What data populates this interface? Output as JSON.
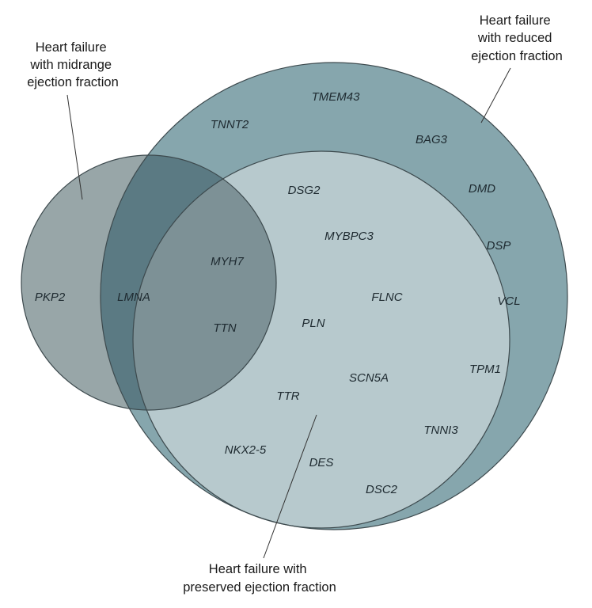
{
  "colors": {
    "hfref": "#86a6ad",
    "hfpef": "#b7c9cd",
    "hfmref": "#98a6a8",
    "hfmref_hfref": "#5b7a83",
    "all_three": "#7d9196",
    "outline": "#3d4a4e"
  },
  "labels": {
    "hfref": [
      "Heart failure",
      "with reduced",
      "ejection fraction"
    ],
    "hfmref": [
      "Heart failure",
      "with midrange",
      "ejection fraction"
    ],
    "hfpef": [
      "Heart failure with",
      "preserved ejection fraction"
    ]
  },
  "genes": {
    "hfmref_only": [
      "PKP2"
    ],
    "hfmref_hfref": [
      "LMNA"
    ],
    "all_three": [
      "MYH7",
      "TTN"
    ],
    "hfpef_hfref": [
      "DSG2",
      "MYBPC3",
      "FLNC",
      "PLN",
      "SCN5A",
      "TTR"
    ],
    "hfref_only": [
      "TMEM43",
      "TNNT2",
      "BAG3",
      "DMD",
      "DSP",
      "VCL",
      "TPM1",
      "TNNI3",
      "DSC2",
      "DES",
      "NKX2-5"
    ]
  }
}
